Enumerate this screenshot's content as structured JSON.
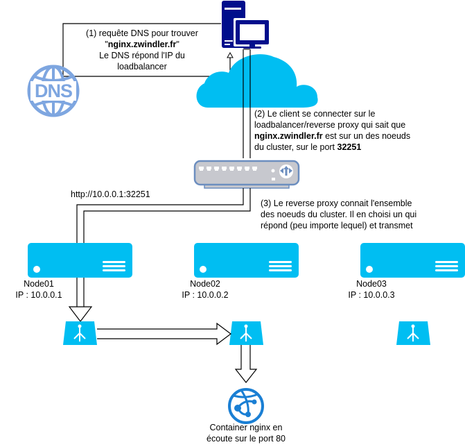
{
  "colors": {
    "cloud": "#00BEF2",
    "server": "#00BEF2",
    "workstation": "#000E8C",
    "dns": "#7EA6E0",
    "router_body": "#C7C8CE",
    "router_border": "#6C8EBF",
    "globe": "#1A7FD4",
    "line": "#000000"
  },
  "step1": {
    "line1": "(1) requête DNS pour trouver",
    "quote_open": "\"",
    "domain": "nginx.zwindler.fr",
    "quote_close": "\"",
    "line3": "Le DNS répond l'IP du",
    "line4": "loadbalancer"
  },
  "step2": {
    "line1": "(2) Le client se connecter sur le",
    "line2": "loadbalancer/reverse proxy qui sait que",
    "domain": "nginx.zwindler.fr",
    "line3_rest": " est sur un des noeuds",
    "line4_prefix": "du cluster, sur le port ",
    "port": "32251"
  },
  "step3": {
    "line1": "(3) Le reverse proxy connait l'ensemble",
    "line2": "des noeuds du cluster. Il en choisi un qui",
    "line3": "répond (peu importe lequel) et transmet"
  },
  "url_label": "http://10.0.0.1:32251",
  "dns_icon_label": "DNS",
  "nodes": [
    {
      "name": "Node01",
      "ip": "IP : 10.0.0.1"
    },
    {
      "name": "Node02",
      "ip": "IP : 10.0.0.2"
    },
    {
      "name": "Node03",
      "ip": "IP : 10.0.0.3"
    }
  ],
  "container": {
    "line1": "Container nginx en",
    "line2": "écoute sur le port 80"
  }
}
